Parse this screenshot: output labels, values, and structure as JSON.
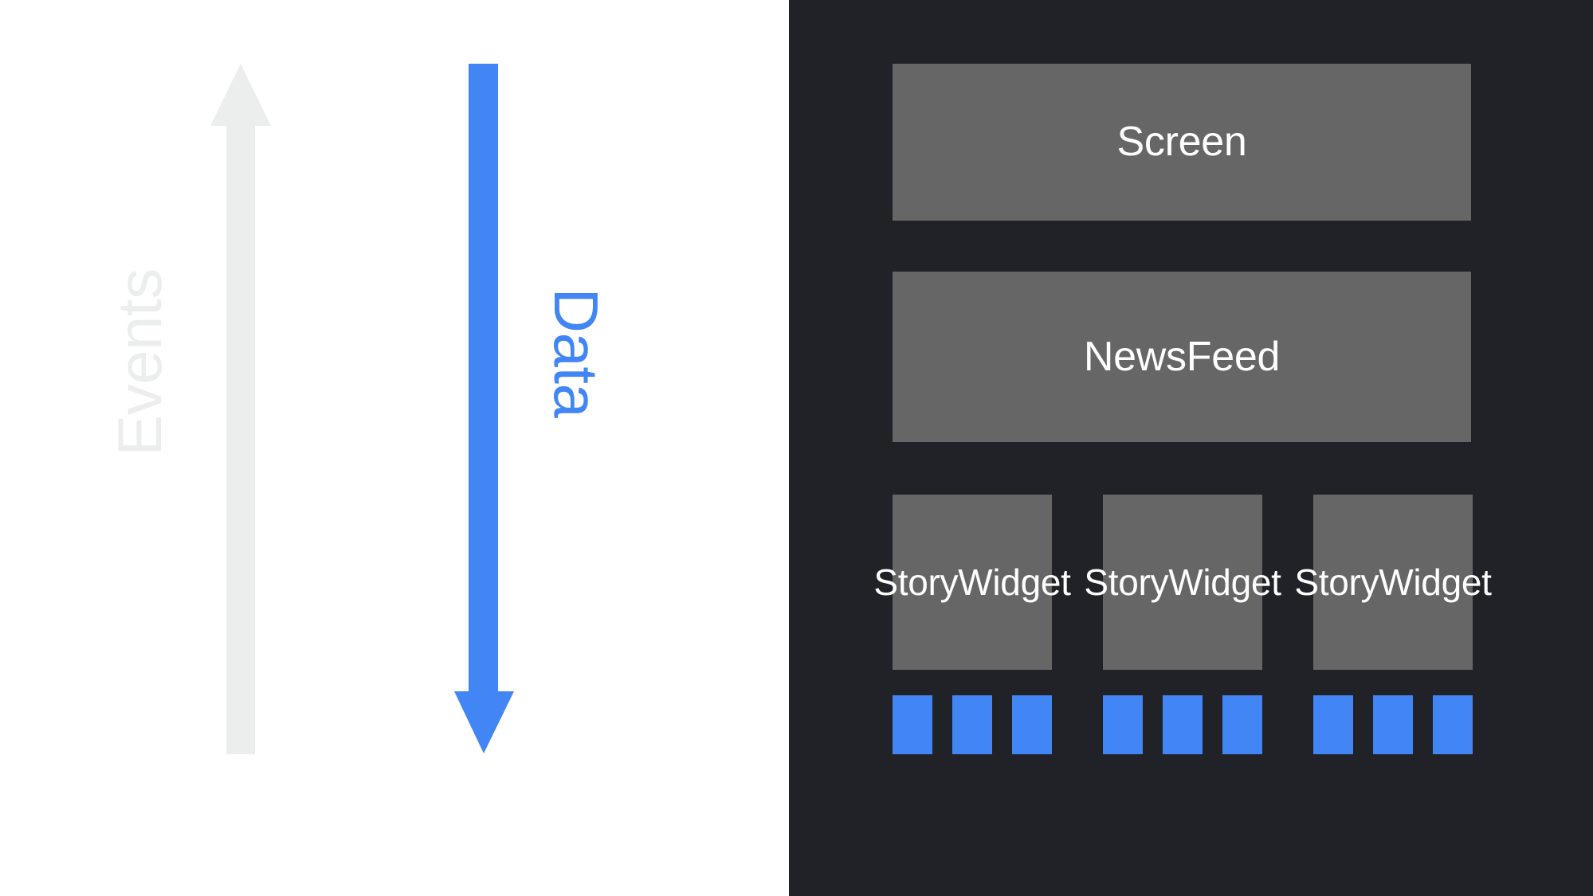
{
  "diagram": {
    "title": "Unidirectional data flow diagram",
    "type": "widget-tree-flow",
    "colors": {
      "background_light": "#ffffff",
      "background_dark": "#212227",
      "node_fill": "#666666",
      "node_text": "#ffffff",
      "accent_blue": "#4285f4",
      "muted_gray": "#eceded"
    }
  },
  "flow_arrows": [
    {
      "id": "events-arrow",
      "label": "Events",
      "direction": "up",
      "color": "#eceded",
      "label_rotation_deg": -90,
      "label_color": "#eceded"
    },
    {
      "id": "data-arrow",
      "label": "Data",
      "direction": "down",
      "color": "#4285f4",
      "label_rotation_deg": 90,
      "label_color": "#4285f4"
    }
  ],
  "tree": {
    "root": {
      "label": "Screen"
    },
    "level2": {
      "label": "NewsFeed"
    },
    "level3": [
      {
        "label": "Story\nWidget",
        "line1": "Story",
        "line2": "Widget",
        "bars": 3
      },
      {
        "label": "Story\nWidget",
        "line1": "Story",
        "line2": "Widget",
        "bars": 3
      },
      {
        "label": "Story\nWidget",
        "line1": "Story",
        "line2": "Widget",
        "bars": 3
      }
    ]
  }
}
